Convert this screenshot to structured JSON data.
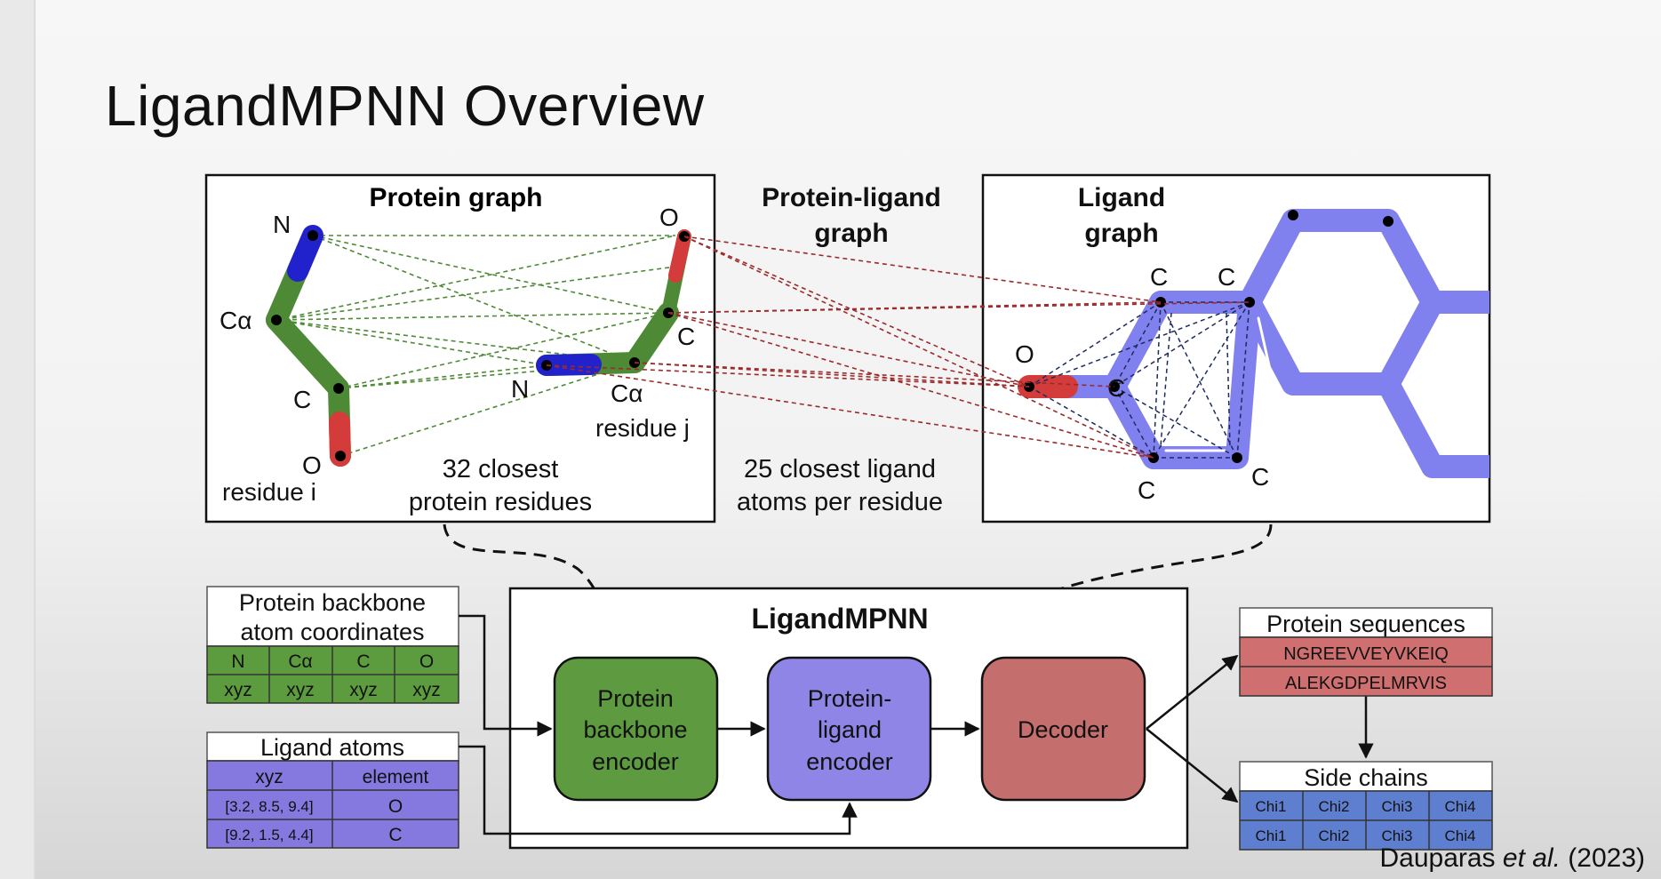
{
  "slide": {
    "title": "LigandMPNN Overview",
    "credit": {
      "author": "Dauparas",
      "etal": "et al.",
      "year": "(2023)"
    }
  },
  "top": {
    "protein_graph": {
      "title": "Protein graph",
      "atoms": {
        "n_left": "N",
        "ca_left": "Cα",
        "c_left": "C",
        "o_left": "O",
        "o_right": "O",
        "c_right": "C",
        "n_right": "N",
        "ca_right": "Cα"
      },
      "residue_i": "residue i",
      "residue_j": "residue j",
      "closest_line1": "32 closest",
      "closest_line2": "protein residues"
    },
    "protein_ligand": {
      "title_line1": "Protein-ligand",
      "title_line2": "graph",
      "closest_line1": "25 closest ligand",
      "closest_line2": "atoms per residue"
    },
    "ligand_graph": {
      "title_line1": "Ligand",
      "title_line2": "graph",
      "atoms": {
        "o": "O",
        "c_top1": "C",
        "c_top2": "C",
        "c_mid": "C",
        "c_bot1": "C",
        "c_bot2": "C"
      }
    }
  },
  "bottom": {
    "backbone_table": {
      "header_line1": "Protein backbone",
      "header_line2": "atom coordinates",
      "cols": [
        "N",
        "Cα",
        "C",
        "O"
      ],
      "row": [
        "xyz",
        "xyz",
        "xyz",
        "xyz"
      ]
    },
    "ligand_table": {
      "header": "Ligand atoms",
      "cols": [
        "xyz",
        "element"
      ],
      "rows": [
        [
          "[3.2, 8.5, 9.4]",
          "O"
        ],
        [
          "[9.2, 1.5, 4.4]",
          "C"
        ]
      ]
    },
    "model": {
      "title": "LigandMPNN",
      "encoder1": [
        "Protein",
        "backbone",
        "encoder"
      ],
      "encoder2": [
        "Protein-",
        "ligand",
        "encoder"
      ],
      "decoder": "Decoder"
    },
    "sequences": {
      "header": "Protein sequences",
      "rows": [
        "NGREEVVEYVKEIQ",
        "ALEKGDPELMRVIS"
      ]
    },
    "side_chains": {
      "header": "Side chains",
      "rows": [
        [
          "Chi1",
          "Chi2",
          "Chi3",
          "Chi4"
        ],
        [
          "Chi1",
          "Chi2",
          "Chi3",
          "Chi4"
        ]
      ]
    }
  },
  "colors": {
    "green": "#4e8a35",
    "blue": "#2222cc",
    "red": "#d43c3c",
    "ligand": "#8080ee",
    "table_green": "#5d9c3e",
    "table_purple": "#8579df",
    "encoder_green": "#5e9a3f",
    "encoder_purple": "#8f85e6",
    "decoder_red": "#c56e6e",
    "seq_red": "#cf6f6f",
    "chi_blue": "#5e7fcf"
  }
}
